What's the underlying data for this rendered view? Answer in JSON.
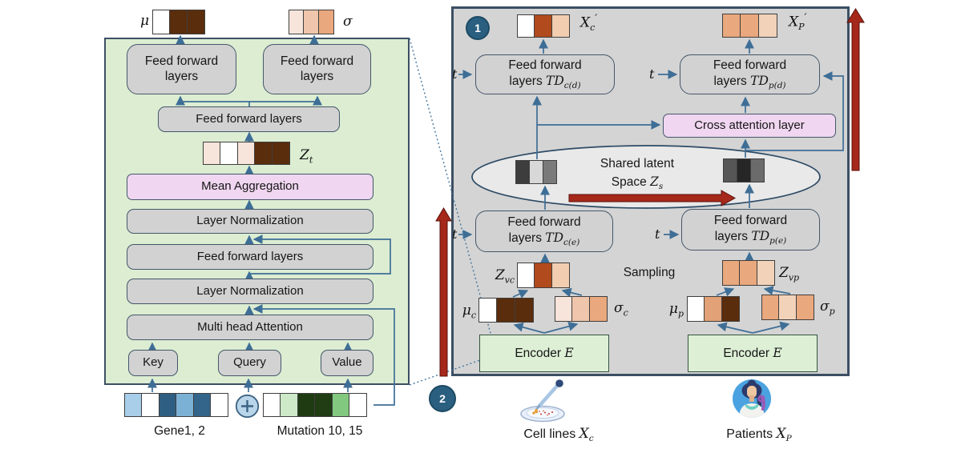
{
  "palette": {
    "panel_green": "#dcedd2",
    "panel_gray": "#d4d4d4",
    "box_gray": "#d2d2d2",
    "box_pink": "#f0d6f0",
    "encoder_green": "#ddefd5",
    "arrow_blue": "#3e6e96",
    "arrow_red": "#a5281b",
    "step_circle": "#2a5f80"
  },
  "encoder_detail": {
    "mu": "μ",
    "sigma": "σ",
    "zt": {
      "base": "Z",
      "sub": "t"
    },
    "ff_top_left": {
      "line1": "Feed forward",
      "line2": "layers"
    },
    "ff_top_right": {
      "line1": "Feed forward",
      "line2": "layers"
    },
    "ff_mid": "Feed forward layers",
    "mean_agg": "Mean Aggregation",
    "layer_norm_upper": "Layer Normalization",
    "ff_lower": "Feed forward layers",
    "layer_norm_lower": "Layer Normalization",
    "mha": "Multi head Attention",
    "key": "Key",
    "query": "Query",
    "value": "Value",
    "gene_label": "Gene1, 2",
    "mutation_label": "Mutation 10, 15",
    "oplus_symbol": "⊕",
    "vectors": {
      "mu_cells": [
        "#ffffff",
        "#5a2d0c",
        "#5a2d0c"
      ],
      "sigma_cells": [
        "#f7e4da",
        "#efc5ab",
        "#e9a87d"
      ],
      "zt_cells": [
        "#f7e4da",
        "#ffffff",
        "#f7e4da",
        "#5a2d0c",
        "#5a2d0c"
      ],
      "gene_cells": [
        "#a8cee9",
        "#ffffff",
        "#2e5f82",
        "#7cb1d6",
        "#33658a",
        "#ffffff"
      ],
      "mutation_cells": [
        "#ffffff",
        "#cde9c8",
        "#1f3b12",
        "#203d13",
        "#82c97f",
        "#ffffff"
      ]
    }
  },
  "main": {
    "step1": "1",
    "step2": "2",
    "t": "t",
    "xc_prime": {
      "base": "X",
      "sub": "c",
      "prime": "′"
    },
    "xp_prime": {
      "base": "X",
      "sub": "P",
      "prime": "′"
    },
    "td_cd": {
      "line1": "Feed forward",
      "line2": "layers ",
      "td": "TD",
      "sub": "c(d)"
    },
    "td_pd": {
      "line1": "Feed forward",
      "line2": "layers ",
      "td": "TD",
      "sub": "p(d)"
    },
    "td_ce": {
      "line1": "Feed forward",
      "line2": "layers ",
      "td": "TD",
      "sub": "c(e)"
    },
    "td_pe": {
      "line1": "Feed forward",
      "line2": "layers ",
      "td": "TD",
      "sub": "p(e)"
    },
    "cross_attention": "Cross attention layer",
    "shared_latent": {
      "line1": "Shared latent",
      "line2": "Space ",
      "z": "Z",
      "sub": "s"
    },
    "sampling": "Sampling",
    "zvc": {
      "base": "Z",
      "sub": "vc"
    },
    "zvp": {
      "base": "Z",
      "sub": "vp"
    },
    "mu_c": {
      "base": "μ",
      "sub": "c"
    },
    "sigma_c": {
      "base": "σ",
      "sub": "c"
    },
    "mu_p": {
      "base": "μ",
      "sub": "p"
    },
    "sigma_p": {
      "base": "σ",
      "sub": "p"
    },
    "encoder_c": {
      "label": "Encoder ",
      "e": "E"
    },
    "encoder_p": {
      "label": "Encoder ",
      "e": "E"
    },
    "vectors": {
      "xc_cells": [
        "#ffffff",
        "#b14a1d",
        "#f2cdb0"
      ],
      "xp_cells": [
        "#e9a87d",
        "#e9a87d",
        "#f2d3ba"
      ],
      "latent_c_cells": [
        "#3d3d3d",
        "#d8d8d8",
        "#7a7a7a"
      ],
      "latent_p_cells": [
        "#565656",
        "#262626",
        "#6b6b6b"
      ],
      "zvc_cells": [
        "#ffffff",
        "#b14a1d",
        "#f2cdb0"
      ],
      "zvp_cells": [
        "#e9a87d",
        "#e9a87d",
        "#f2d3ba"
      ],
      "mu_c_cells": [
        "#ffffff",
        "#5a2d0c",
        "#5a2d0c"
      ],
      "sigma_c_cells": [
        "#f7e4da",
        "#efc5ab",
        "#e9a87d"
      ],
      "mu_p_cells": [
        "#ffffff",
        "#e2a177",
        "#5a2d0c"
      ],
      "sigma_p_cells": [
        "#e9a87d",
        "#f2d3ba",
        "#e9a87d"
      ]
    }
  },
  "footer": {
    "cell_lines": {
      "label": "Cell lines ",
      "x": "X",
      "sub": "c"
    },
    "patients": {
      "label": "Patients ",
      "x": "X",
      "sub": "P"
    }
  }
}
